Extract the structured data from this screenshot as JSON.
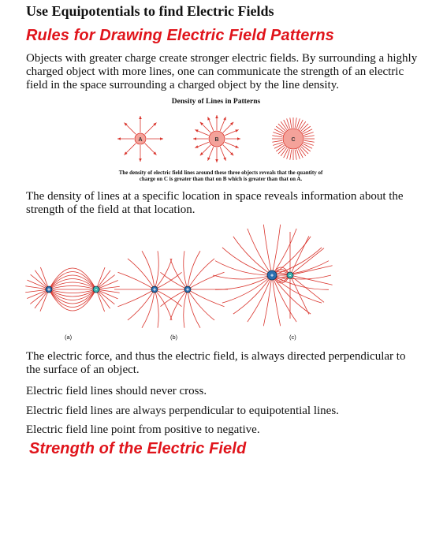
{
  "title": "Use Equipotentials to find Electric Fields",
  "sections": {
    "rules_heading": "Rules for Drawing Electric Field Patterns",
    "strength_heading": "Strength of the Electric Field"
  },
  "paragraphs": {
    "intro": "Objects with greater charge create stronger electric fields. By surrounding a highly charged object with more lines, one can communicate the strength of an electric field in the space surrounding a charged object by the line density.",
    "density": "The density of lines at a specific location in space reveals information about the strength of the field at that location.",
    "perpendicular": "The electric force, and thus the electric field, is always directed perpendicular to the surface of an object.",
    "never_cross": "Electric field lines should never cross.",
    "equipotential": "Electric field lines are always perpendicular to equipotential lines.",
    "direction": "Electric field line point from positive to negative."
  },
  "figure1": {
    "title": "Density of Lines in Patterns",
    "charges": [
      "A",
      "B",
      "C"
    ],
    "line_counts": [
      8,
      16,
      40
    ],
    "caption": "The density of electric field lines around these three objects reveals that the quantity of charge on C is greater than that on B which is greater than that on A."
  },
  "figure2": {
    "panels": [
      "(a)",
      "(b)",
      "(c)"
    ]
  },
  "colors": {
    "heading_red": "#e0141b",
    "field_line": "#d9332b",
    "charge_fill": "#f4a29a",
    "positive_charge": "#2a6fb0",
    "negative_charge": "#3fb7b0"
  }
}
